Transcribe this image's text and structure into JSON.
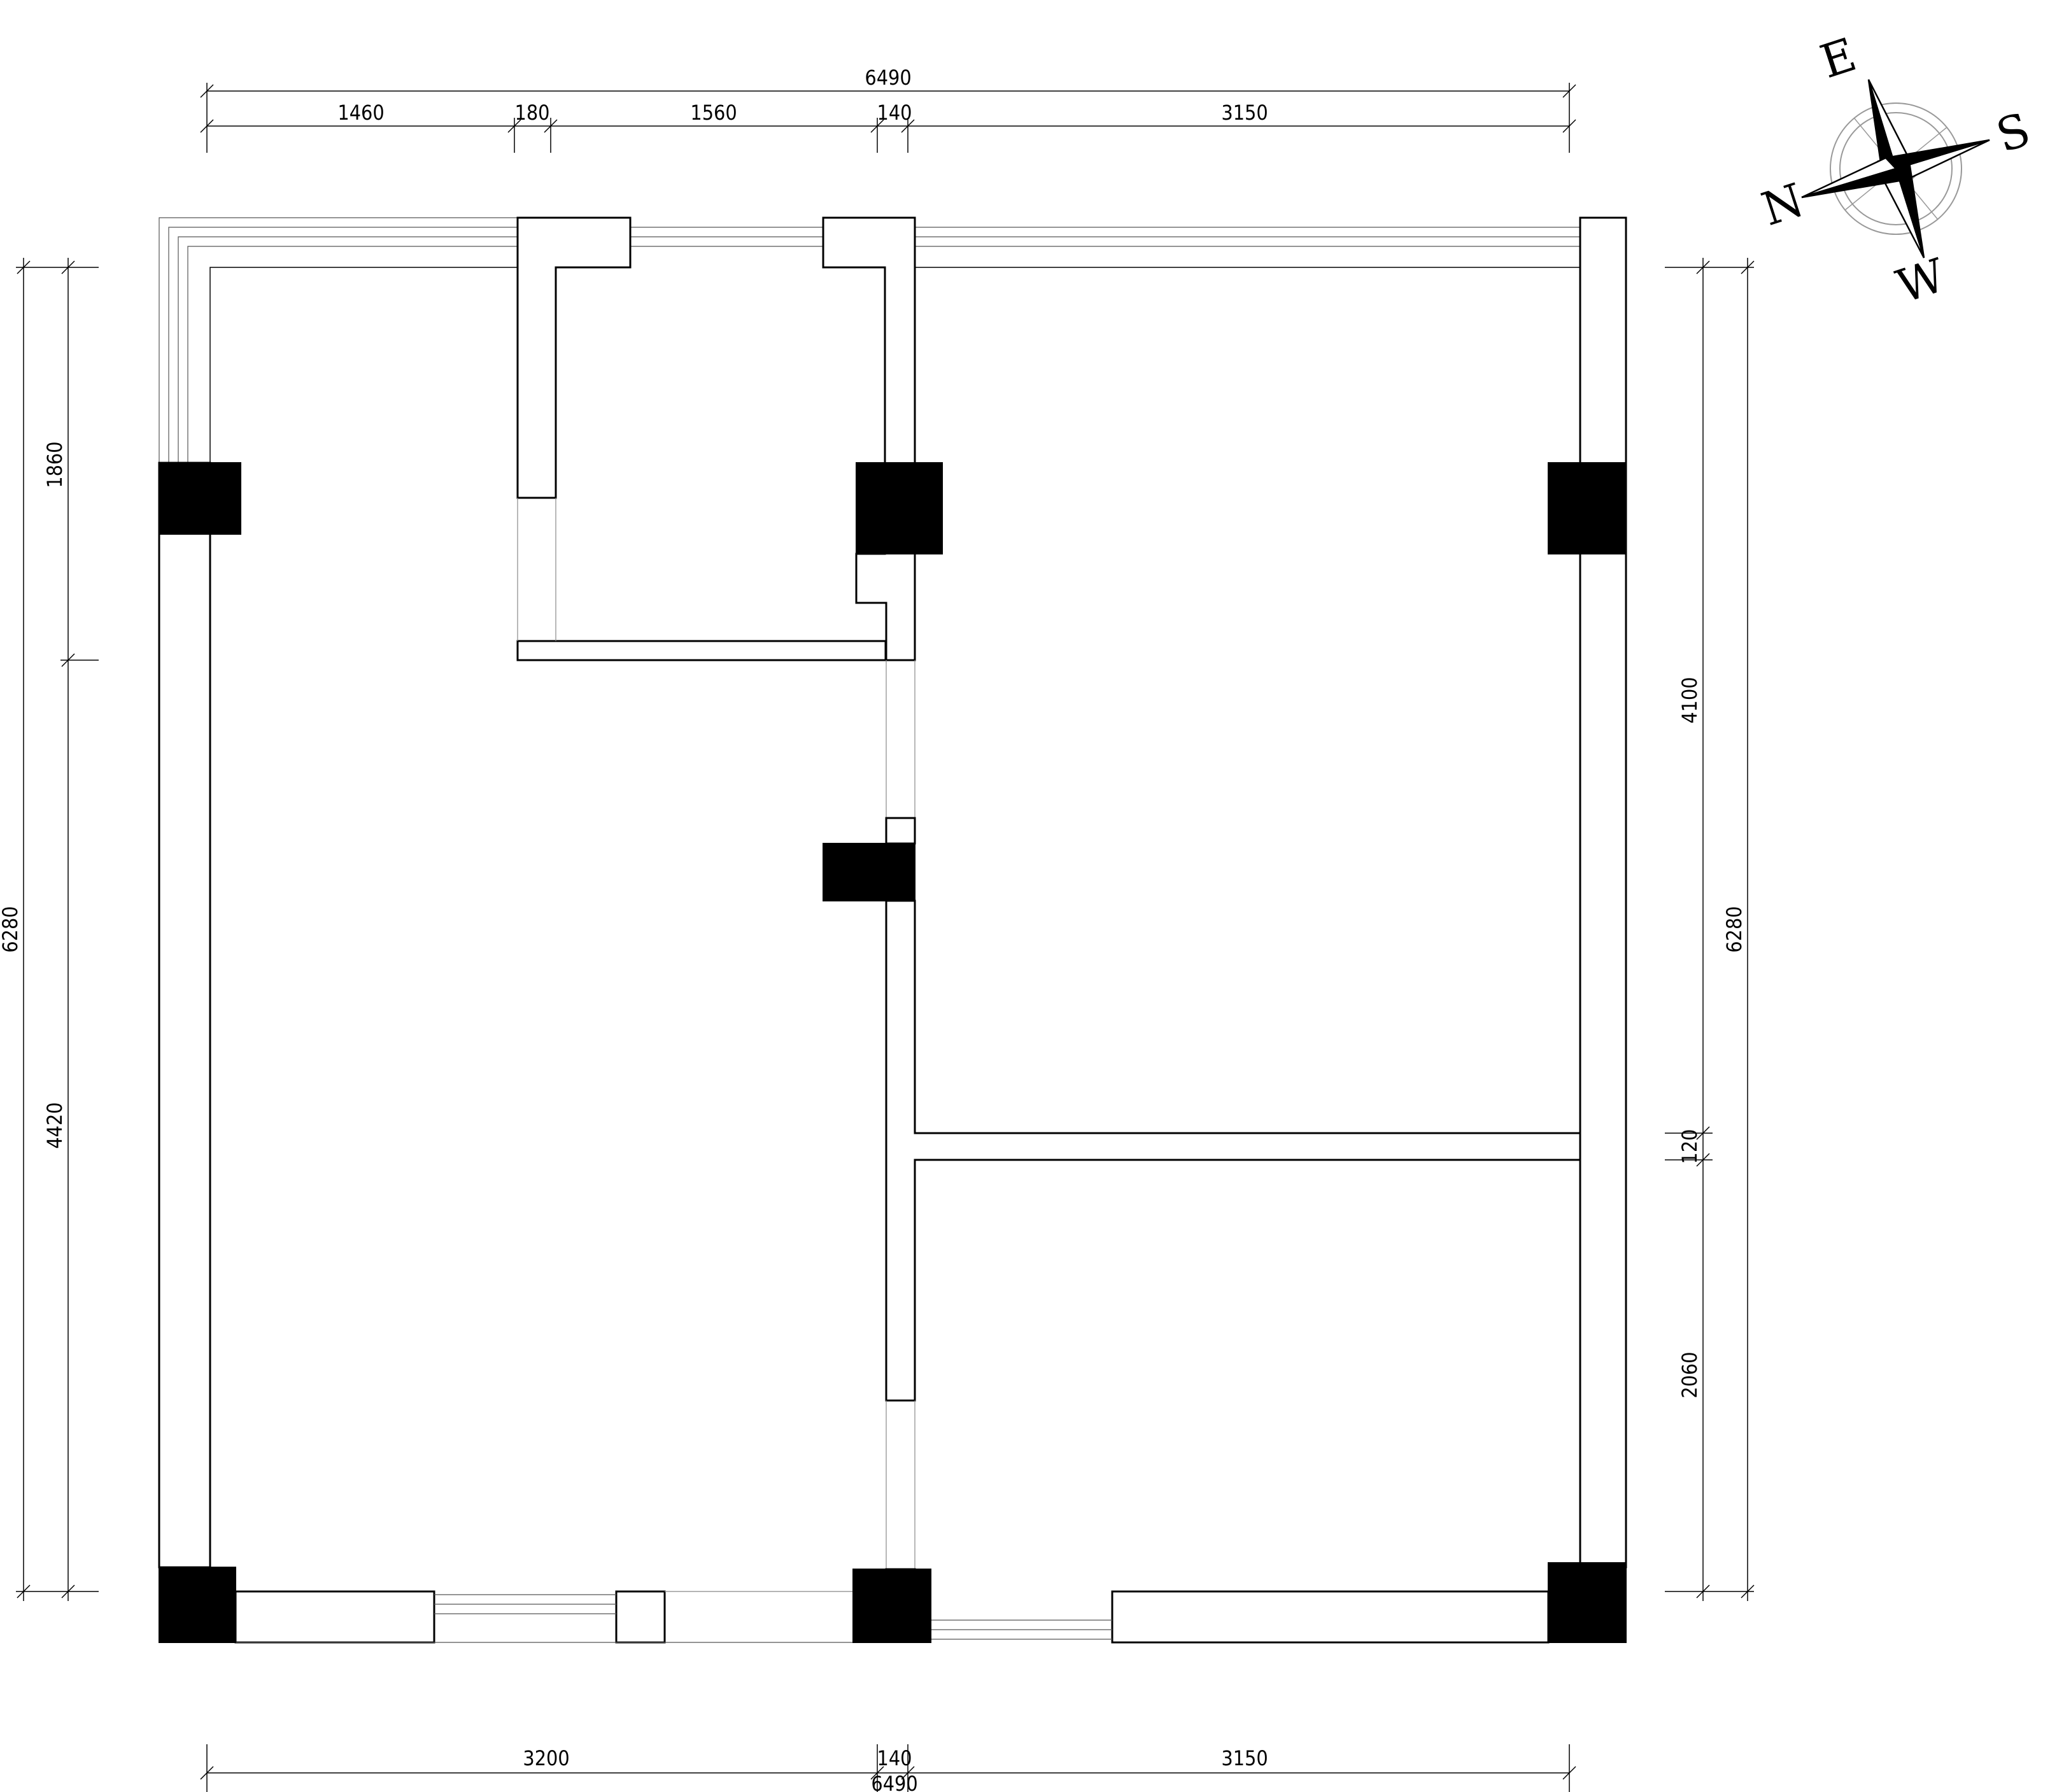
{
  "dimensions": {
    "top_total": "6490",
    "top_segments": [
      "1460",
      "180",
      "1560",
      "140",
      "3150"
    ],
    "bottom_segments": [
      "3200",
      "140",
      "3150"
    ],
    "bottom_total": "6490",
    "left_total": "6280",
    "left_segments": [
      "1860",
      "4420"
    ],
    "right_total": "6280",
    "right_segments": [
      "4100",
      "120",
      "2060"
    ]
  },
  "compass": {
    "north": "N",
    "east": "E",
    "south": "S",
    "west": "W"
  }
}
